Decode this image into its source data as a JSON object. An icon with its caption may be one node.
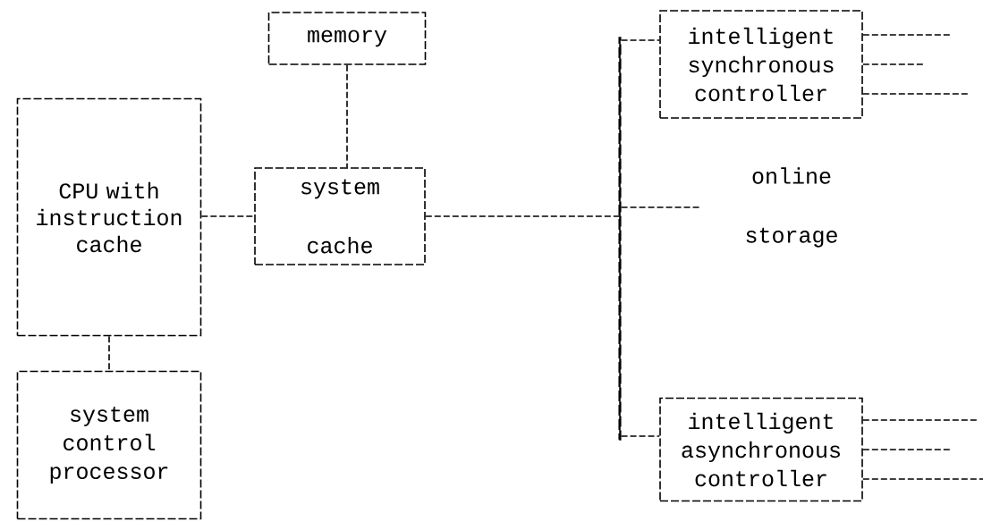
{
  "diagram": {
    "nodes": [
      {
        "text": [
          "memory"
        ]
      },
      {
        "text": [
          "CPU with instruction cache"
        ]
      },
      {
        "text": [
          "system cache"
        ]
      },
      {
        "text": [
          "system control processor"
        ]
      },
      {
        "text": [
          "intelligent synchronous controller"
        ]
      },
      {
        "text": [
          "online storage"
        ]
      },
      {
        "text": [
          "intelligent asynchronous controller"
        ]
      },
      {
        "text": [],
        "shape": "bar"
      }
    ],
    "edges": [
      {
        "from": 0,
        "to": 2,
        "arrow": "none",
        "style": "dashed"
      },
      {
        "from": 1,
        "to": 2,
        "arrow": "none",
        "style": "dashed"
      },
      {
        "from": 1,
        "to": 3,
        "arrow": "none",
        "style": "dashed"
      },
      {
        "from": 2,
        "to": 7,
        "arrow": "none",
        "style": "dashed"
      },
      {
        "from": 7,
        "to": 4,
        "arrow": "none",
        "style": "dashed"
      },
      {
        "from": 7,
        "to": 5,
        "arrow": "none",
        "style": "dashed"
      },
      {
        "from": 7,
        "to": 6,
        "arrow": "none",
        "style": "dashed"
      },
      {
        "from": 4,
        "to": null,
        "arrow": "none",
        "style": "dashed"
      },
      {
        "from": 4,
        "to": null,
        "arrow": "none",
        "style": "dashed"
      },
      {
        "from": 4,
        "to": null,
        "arrow": "none",
        "style": "dashed"
      },
      {
        "from": 6,
        "to": null,
        "arrow": "none",
        "style": "dashed"
      },
      {
        "from": 6,
        "to": null,
        "arrow": "none",
        "style": "dashed"
      },
      {
        "from": 6,
        "to": null,
        "arrow": "none",
        "style": "dashed"
      }
    ]
  }
}
